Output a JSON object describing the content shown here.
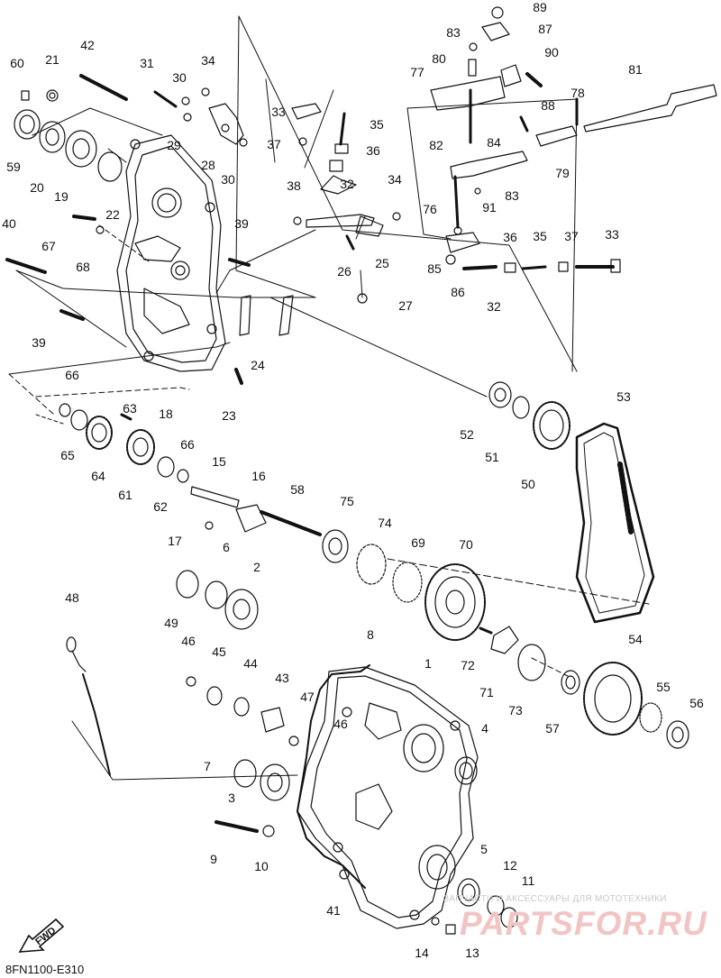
{
  "diagram_code": "8FN1100-E310",
  "watermark_tagline": "ЗАПЧАСТИ И АКСЕССУАРЫ ДЛЯ МОТОТЕХНИКИ",
  "watermark_brand": "PARTSFOR.RU",
  "direction_label": "FWD",
  "colors": {
    "line": "#111111",
    "watermark": "#f3c4c4",
    "background": "#ffffff"
  },
  "callouts": [
    "89",
    "87",
    "83",
    "80",
    "90",
    "77",
    "81",
    "78",
    "88",
    "82",
    "84",
    "79",
    "76",
    "83",
    "91",
    "85",
    "36",
    "35",
    "37",
    "33",
    "86",
    "32",
    "42",
    "31",
    "30",
    "34",
    "60",
    "21",
    "33",
    "35",
    "29",
    "28",
    "37",
    "36",
    "30",
    "59",
    "20",
    "19",
    "22",
    "32",
    "38",
    "34",
    "40",
    "67",
    "68",
    "39",
    "26",
    "25",
    "27",
    "39",
    "24",
    "18",
    "66",
    "65",
    "64",
    "63",
    "61",
    "66",
    "62",
    "52",
    "51",
    "50",
    "53",
    "23",
    "15",
    "16",
    "17",
    "58",
    "75",
    "74",
    "69",
    "70",
    "6",
    "2",
    "49",
    "48",
    "46",
    "45",
    "44",
    "43",
    "47",
    "8",
    "1",
    "72",
    "71",
    "73",
    "54",
    "57",
    "55",
    "56",
    "46",
    "4",
    "7",
    "3",
    "9",
    "10",
    "5",
    "12",
    "11",
    "41",
    "14",
    "13"
  ]
}
